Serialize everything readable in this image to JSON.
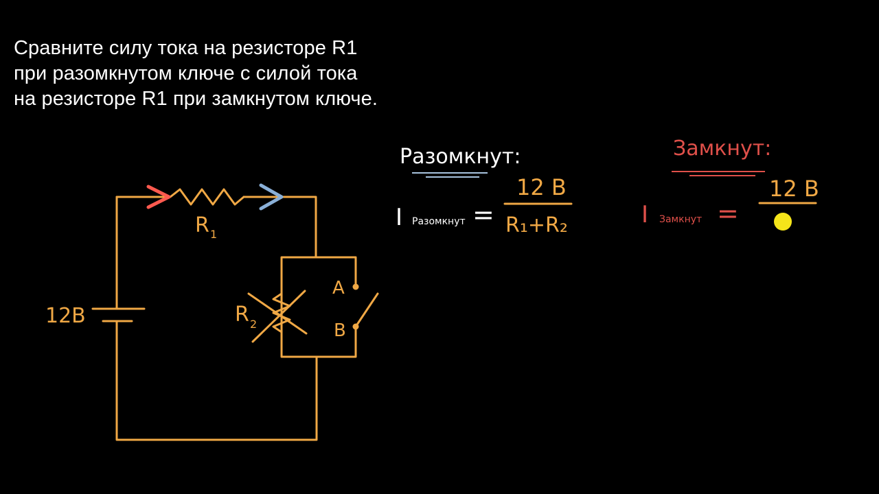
{
  "colors": {
    "background": "#000000",
    "circuit": "#f0a845",
    "text": "#ffffff",
    "open_heading": "#ffffff",
    "closed_heading": "#e0504a",
    "arrow_red": "#ff5a4f",
    "arrow_blue": "#8ab0d8",
    "underline_blue": "#a8c4e0",
    "underline_red": "#e0504a",
    "cursor": "#f5e51a"
  },
  "question": {
    "line1": "Сравните силу тока на резисторе R1",
    "line2": "при разомкнутом ключе с силой тока",
    "line3": "на резисторе R1 при замкнутом ключе."
  },
  "circuit": {
    "battery_label": "12B",
    "r1_label": "R",
    "r1_sub": "1",
    "r2_label": "R",
    "r2_sub": "2",
    "terminal_a": "A",
    "terminal_b": "B"
  },
  "open_case": {
    "heading": "Разомкнут:",
    "current_symbol": "I",
    "current_sub": "Разомкнут",
    "equals": "=",
    "numerator": "12 В",
    "denominator": "R₁+R₂"
  },
  "closed_case": {
    "heading": "Замкнут:",
    "current_symbol": "I",
    "current_sub": "Замкнут",
    "equals": "=",
    "numerator": "12 В"
  }
}
